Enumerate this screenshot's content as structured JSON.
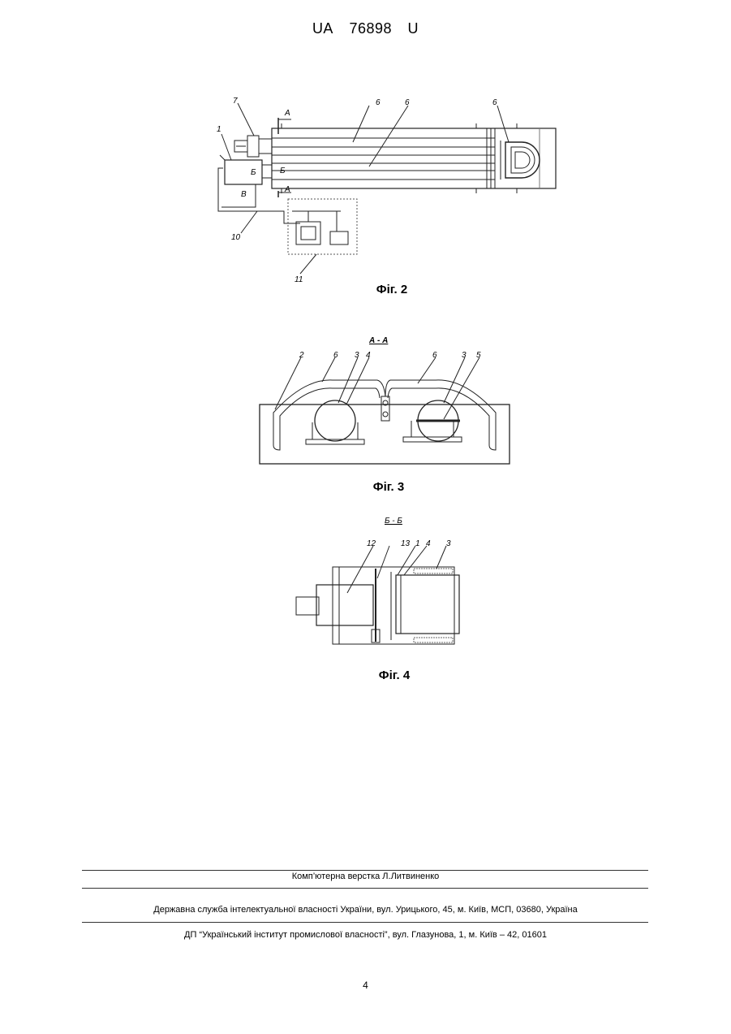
{
  "header": {
    "doc_prefix": "UA",
    "doc_number": "76898",
    "doc_kind": "U"
  },
  "fig2": {
    "caption": "Фіг. 2",
    "labels": {
      "l7": "7",
      "l1": "1",
      "l6a": "6",
      "l6b": "6",
      "l6c": "6",
      "lA1": "А",
      "lA2": "А",
      "lB_box": "Б",
      "lB_sec": "Б",
      "lV": "В",
      "l10": "10",
      "l11": "11"
    }
  },
  "fig3": {
    "caption": "Фіг. 3",
    "section_title": "А - А",
    "labels": {
      "l2": "2",
      "l6a": "6",
      "l3a": "3",
      "l4": "4",
      "l6b": "6",
      "l3b": "3",
      "l5": "5"
    }
  },
  "fig4": {
    "caption": "Фіг. 4",
    "section_title": "Б - Б",
    "labels": {
      "l12": "12",
      "l13": "13",
      "l1": "1",
      "l4": "4",
      "l3": "3"
    }
  },
  "footer": {
    "layout": "Комп’ютерна верстка Л.Литвиненко",
    "office": "Державна служба інтелектуальної власності України, вул. Урицького, 45, м. Київ, МСП, 03680, Україна",
    "institute": "ДП “Український інститут промислової власності”, вул. Глазунова, 1, м. Київ – 42, 01601"
  },
  "page_number": "4"
}
